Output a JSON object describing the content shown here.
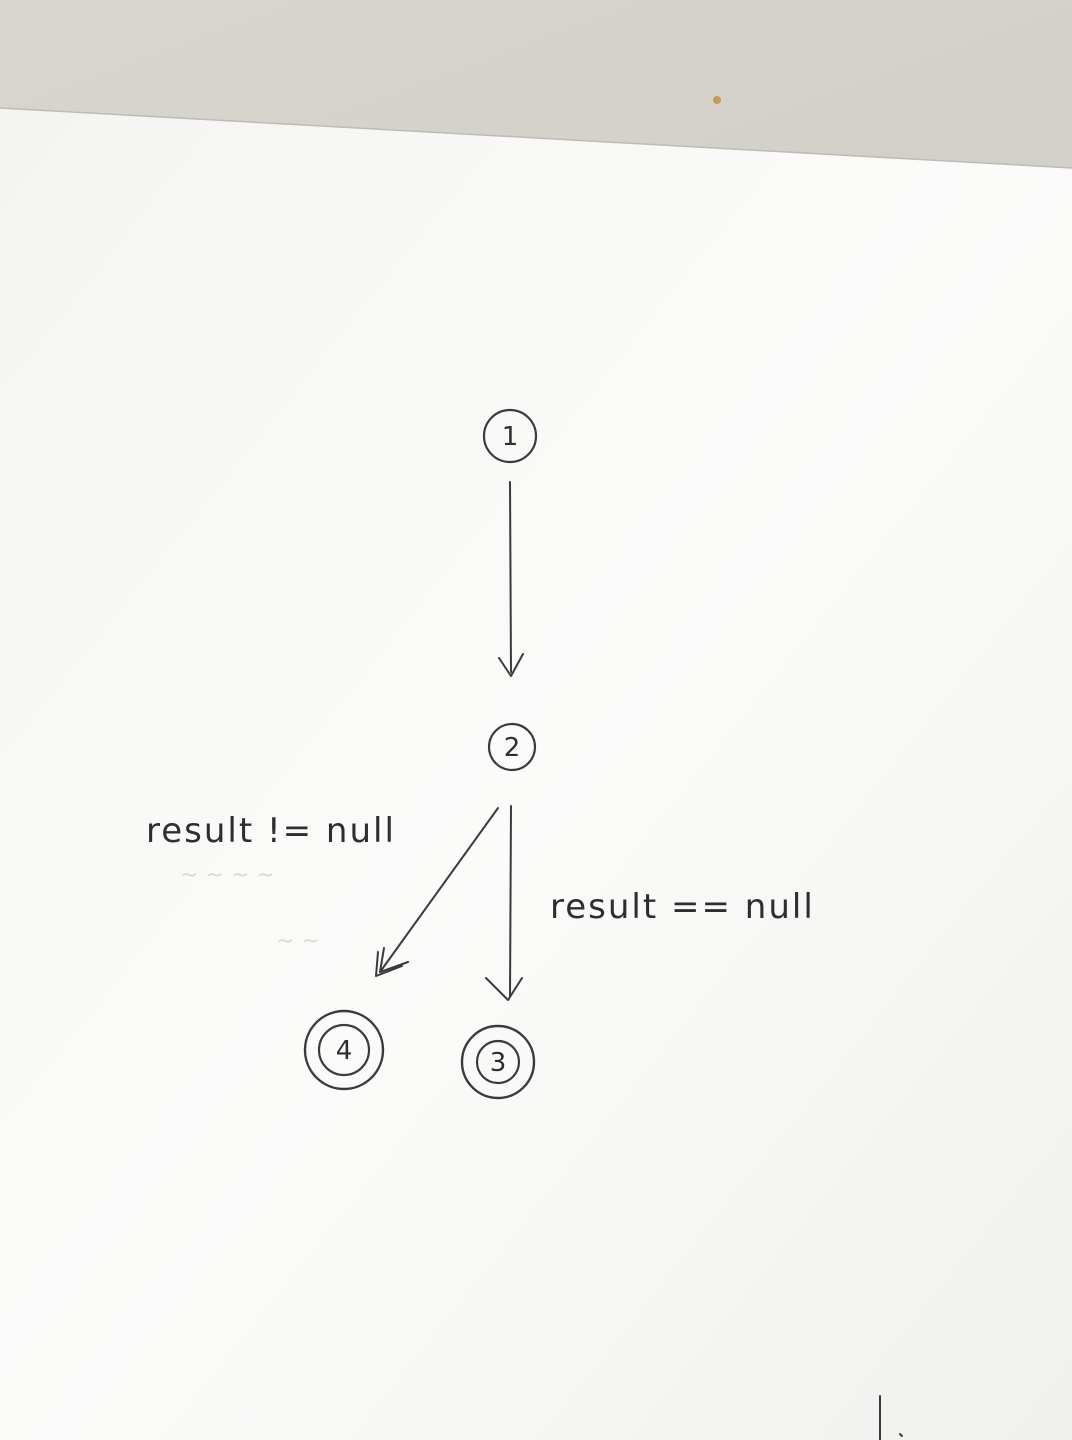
{
  "nodes": [
    {
      "id": "1",
      "label": "1",
      "final": false
    },
    {
      "id": "2",
      "label": "2",
      "final": false
    },
    {
      "id": "3",
      "label": "3",
      "final": true
    },
    {
      "id": "4",
      "label": "4",
      "final": true
    }
  ],
  "edges": [
    {
      "from": "1",
      "to": "2",
      "label": ""
    },
    {
      "from": "2",
      "to": "4",
      "label": "result != null"
    },
    {
      "from": "2",
      "to": "3",
      "label": "result == null"
    }
  ],
  "colors": {
    "paper": "#ffffff",
    "pencil": "#3b3b3b",
    "background": "#cfcdc6"
  }
}
